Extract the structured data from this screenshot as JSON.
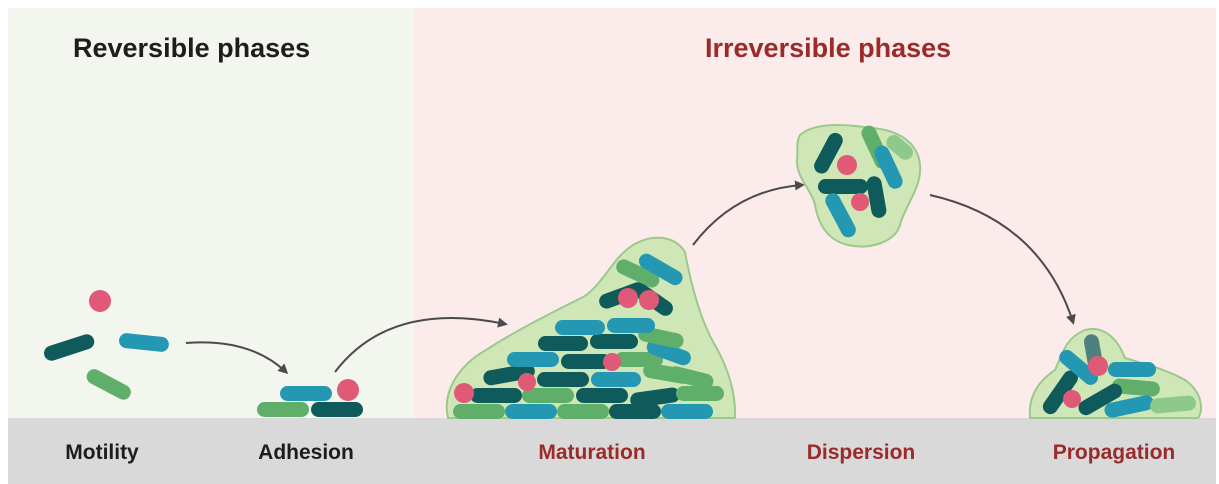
{
  "headings": {
    "reversible": "Reversible phases",
    "irreversible": "Irreversible phases"
  },
  "stages": [
    {
      "label": "Motility",
      "group": "reversible"
    },
    {
      "label": "Adhesion",
      "group": "reversible"
    },
    {
      "label": "Maturation",
      "group": "irreversible"
    },
    {
      "label": "Dispersion",
      "group": "irreversible"
    },
    {
      "label": "Propagation",
      "group": "irreversible"
    }
  ],
  "colors": {
    "reversible_bg": "#f3f5ef",
    "irreversible_bg": "#fcebeb",
    "ground": "#d9d9d9",
    "reversible_text": "#1d1d1d",
    "irreversible_text": "#9b2a2a",
    "bacteria_dark": "#0f5a5a",
    "bacteria_teal": "#2497b3",
    "bacteria_green": "#5fae6a",
    "cocci_pink": "#e05a78",
    "matrix_fill": "#cfe6b7",
    "matrix_edge": "#9cc88e",
    "arrow": "#4a4a4a"
  },
  "icons": [
    "rod-bacterium-icon",
    "coccus-icon",
    "biofilm-matrix-icon",
    "curved-arrow-icon"
  ]
}
